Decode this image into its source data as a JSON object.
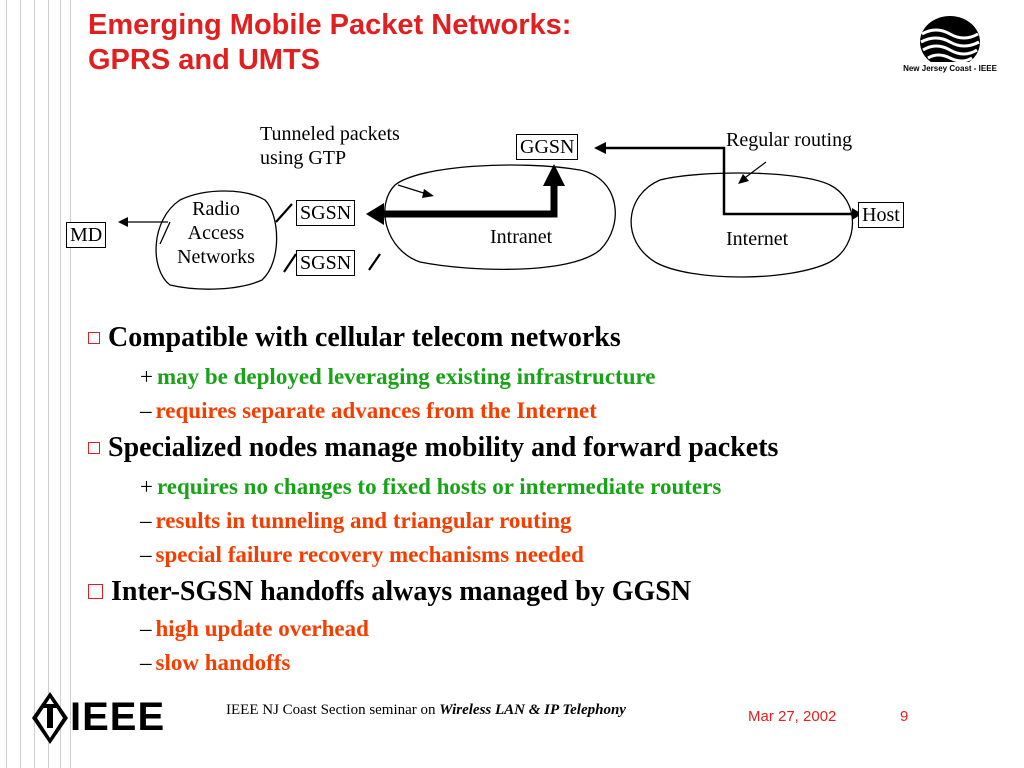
{
  "title": {
    "line1": "Emerging Mobile Packet Networks:",
    "line2": "GPRS and UMTS"
  },
  "logo": {
    "text": "New Jersey Coast - IEEE",
    "icon": "wave-emblem-icon"
  },
  "diagram": {
    "tunneled_label_1": "Tunneled packets",
    "tunneled_label_2": "using GTP",
    "regular_routing": "Regular routing",
    "ggsn": "GGSN",
    "sgsn_1": "SGSN",
    "sgsn_2": "SGSN",
    "md": "MD",
    "host": "Host",
    "radio_1": "Radio",
    "radio_2": "Access",
    "radio_3": "Networks",
    "intranet": "Intranet",
    "internet": "Internet"
  },
  "bullets": [
    {
      "text": "Compatible with cellular telecom networks",
      "subs": [
        {
          "marker": "+",
          "text": "may be deployed leveraging existing infrastructure",
          "color": "#19a319"
        },
        {
          "marker": "–",
          "text": "requires separate advances from the Internet",
          "color": "#f53d00"
        }
      ]
    },
    {
      "text": "Specialized nodes manage mobility and forward packets",
      "subs": [
        {
          "marker": "+",
          "text": "requires no changes to fixed hosts or intermediate routers",
          "color": "#19a319"
        },
        {
          "marker": "–",
          "text": "results in tunneling and triangular routing",
          "color": "#f53d00"
        },
        {
          "marker": "–",
          "text": "special failure recovery mechanisms needed",
          "color": "#f53d00"
        }
      ]
    },
    {
      "text": "Inter-SGSN handoffs always managed by GGSN",
      "subs": [
        {
          "marker": "–",
          "text": "high update overhead",
          "color": "#f53d00"
        },
        {
          "marker": "–",
          "text": "slow handoffs",
          "color": "#f53d00"
        }
      ]
    }
  ],
  "footer": {
    "logo_text": "IEEE",
    "seminar_prefix": "IEEE NJ Coast Section seminar on ",
    "seminar_title": "Wireless LAN & IP Telephony",
    "date": "Mar 27, 2002",
    "page": "9"
  },
  "colors": {
    "title": "#e02020",
    "positive": "#19a319",
    "negative": "#f53d00"
  }
}
